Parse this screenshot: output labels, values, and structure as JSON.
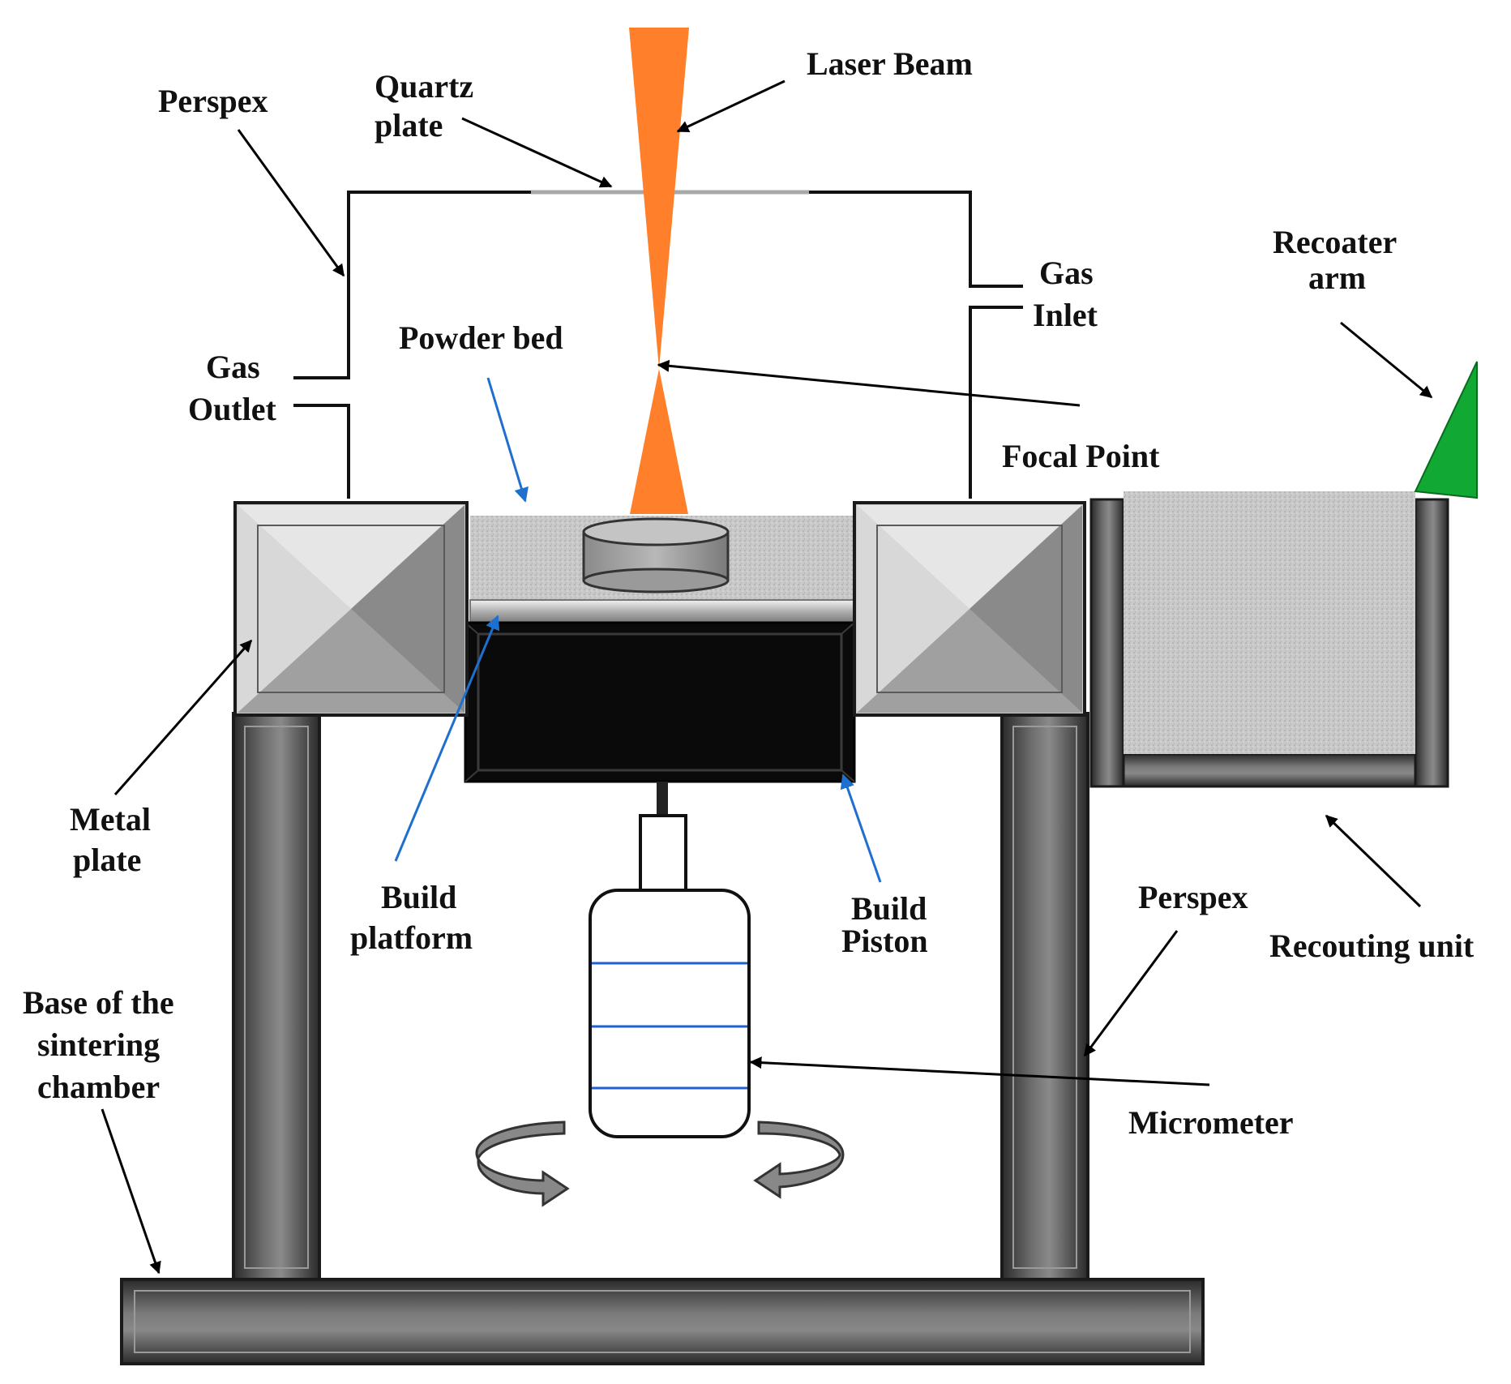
{
  "labels": {
    "laser_beam": "Laser Beam",
    "quartz_plate": [
      "Quartz",
      "plate"
    ],
    "perspex_top": "Perspex",
    "gas_outlet": [
      "Gas",
      "Outlet"
    ],
    "gas_inlet": [
      "Gas",
      "Inlet"
    ],
    "powder_bed": "Powder bed",
    "focal_point": "Focal Point",
    "recoater_arm": [
      "Recoater",
      "arm"
    ],
    "metal_plate": [
      "Metal",
      "plate"
    ],
    "build_platform": [
      "Build",
      "platform"
    ],
    "build_piston": [
      "Build",
      "Piston"
    ],
    "perspex_right": "Perspex",
    "recouting_unit": "Recouting unit",
    "base": [
      "Base of the",
      "sintering",
      "chamber"
    ],
    "micrometer": "Micrometer"
  },
  "colors": {
    "laser": "#ff7f2a",
    "recoater_arm": "#12a834",
    "annotation_arrow_blue": "#1f6fcf",
    "annotation_arrow_black": "#000000",
    "micrometer_lines": "#1f5fcf",
    "frame": "#4a4a4a",
    "piston": "#0a0a0a",
    "powder": "#c8c8c8"
  }
}
